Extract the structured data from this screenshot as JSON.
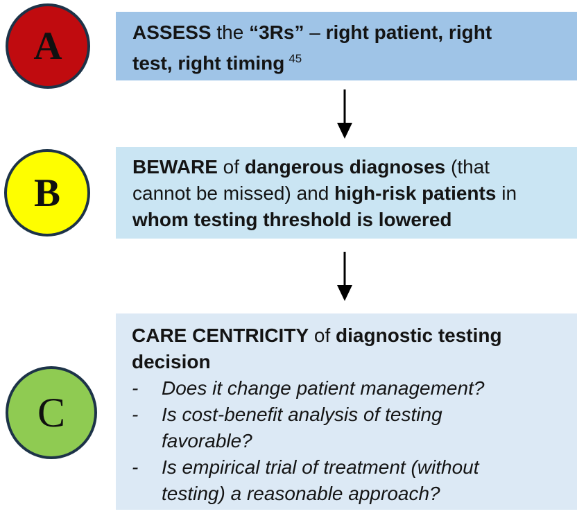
{
  "figure": {
    "type": "flowchart",
    "description": "ABC steps for diagnostic testing decisions"
  },
  "colors": {
    "circle_border": "#1d3348",
    "arrow": "#000000",
    "text": "#141414",
    "step_a_circle": "#c00b0f",
    "step_a_box": "#9fc4e7",
    "step_b_circle": "#fefe00",
    "step_b_box": "#cae5f3",
    "step_c_circle": "#8fcb52",
    "step_c_box": "#dce9f5"
  },
  "steps": [
    {
      "letter": "A",
      "circle_color": "#c00b0f",
      "box_color": "#9fc4e7",
      "line1": [
        "ASSESS",
        " the ",
        "“3Rs”",
        " – ",
        "right patient, right"
      ],
      "line2": [
        "test, right timing",
        "45"
      ]
    },
    {
      "letter": "B",
      "circle_color": "#fefe00",
      "box_color": "#cae5f3",
      "line1": [
        "BEWARE",
        " of ",
        "dangerous diagnoses",
        " (that"
      ],
      "line2": [
        "cannot be missed) and ",
        "high-risk patients",
        " in"
      ],
      "line3": [
        "whom testing threshold is lowered"
      ]
    },
    {
      "letter": "C",
      "circle_color": "#8fcb52",
      "box_color": "#dce9f5",
      "title_line1": [
        "CARE CENTRICITY",
        " of ",
        "diagnostic testing"
      ],
      "title_line2": [
        "decision"
      ],
      "bullets": [
        {
          "marker": "-",
          "line1": "Does it change patient management?"
        },
        {
          "marker": "-",
          "line1": "Is cost-benefit analysis of testing",
          "line2": "favorable?"
        },
        {
          "marker": "-",
          "line1": "Is empirical trial of treatment (without",
          "line2": "testing) a reasonable approach?"
        }
      ]
    }
  ]
}
